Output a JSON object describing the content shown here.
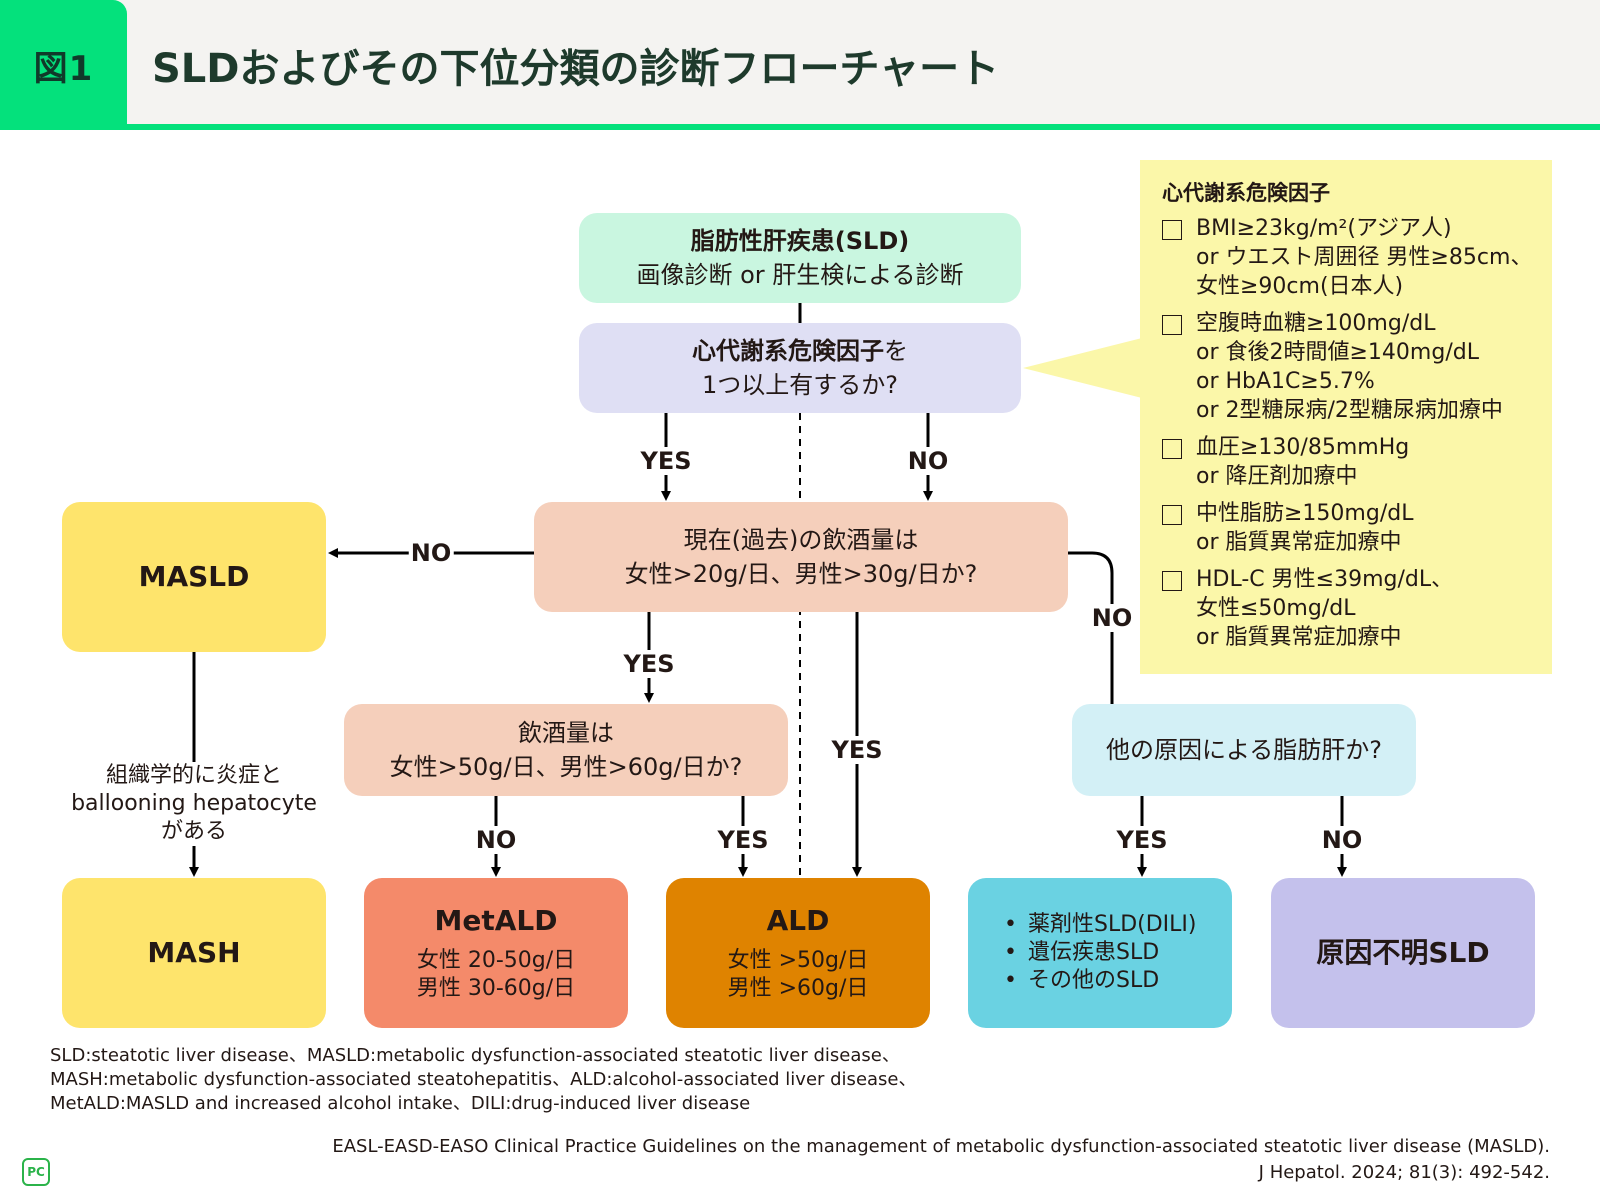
{
  "header": {
    "figure_label": "図1",
    "title": "SLDおよびその下位分類の診断フローチャート"
  },
  "colors": {
    "accent_green": "#04e17c",
    "sld_box": "#c9f6e0",
    "risk_box": "#dfdff4",
    "drink_box": "#f5cfbb",
    "masld_mash": "#fee46c",
    "metald": "#f48a6a",
    "ald": "#df8300",
    "other_cause_box": "#d3f0f6",
    "secondary_sld": "#6ad2e2",
    "unknown_sld": "#c4c1ec",
    "callout": "#fbf7a9"
  },
  "nodes": {
    "sld": {
      "line1": "脂肪性肝疾患(SLD)",
      "line2": "画像診断 or 肝生検による診断"
    },
    "risk": {
      "line1_bold": "心代謝系危険因子",
      "line1_rest": "を",
      "line2": "1つ以上有するか?"
    },
    "drink1": {
      "line1": "現在(過去)の飲酒量は",
      "line2": "女性>20g/日、男性>30g/日か?"
    },
    "masld": {
      "label": "MASLD"
    },
    "drink2": {
      "line1": "飲酒量は",
      "line2": "女性>50g/日、男性>60g/日か?"
    },
    "other_cause": {
      "label": "他の原因による脂肪肝か?"
    },
    "histology_note": {
      "line1": "組織学的に炎症と",
      "line2": "ballooning hepatocyte",
      "line3": "がある"
    },
    "mash": {
      "label": "MASH"
    },
    "metald": {
      "label": "MetALD",
      "line1": "女性 20-50g/日",
      "line2": "男性 30-60g/日"
    },
    "ald": {
      "label": "ALD",
      "line1": "女性 >50g/日",
      "line2": "男性 >60g/日"
    },
    "secondary": {
      "items": [
        "薬剤性SLD(DILI)",
        "遺伝疾患SLD",
        "その他のSLD"
      ]
    },
    "unknown": {
      "label": "原因不明SLD"
    }
  },
  "edge_labels": {
    "risk_yes": "YES",
    "risk_no": "NO",
    "drink1_no_left": "NO",
    "drink1_yes": "YES",
    "drink1_yes_ald": "YES",
    "drink1_no_right": "NO",
    "drink2_no": "NO",
    "drink2_yes": "YES",
    "other_yes": "YES",
    "other_no": "NO"
  },
  "callout": {
    "title": "心代謝系危険因子",
    "factors": [
      {
        "lines": [
          "BMI≥23kg/m²(アジア人)",
          "or ウエスト周囲径 男性≥85cm、",
          "女性≥90cm(日本人)"
        ]
      },
      {
        "lines": [
          "空腹時血糖≥100mg/dL",
          "or 食後2時間値≥140mg/dL",
          "or HbA1C≥5.7%",
          "or 2型糖尿病/2型糖尿病加療中"
        ]
      },
      {
        "lines": [
          "血圧≥130/85mmHg",
          "or 降圧剤加療中"
        ]
      },
      {
        "lines": [
          "中性脂肪≥150mg/dL",
          "or 脂質異常症加療中"
        ]
      },
      {
        "lines": [
          "HDL-C 男性≤39mg/dL、",
          "女性≤50mg/dL",
          "or 脂質異常症加療中"
        ]
      }
    ]
  },
  "footnote": {
    "lines": [
      "SLD:steatotic liver disease、MASLD:metabolic dysfunction-associated steatotic liver disease、",
      "MASH:metabolic dysfunction-associated steatohepatitis、ALD:alcohol-associated liver disease、",
      "MetALD:MASLD and increased alcohol intake、DILI:drug-induced liver disease"
    ]
  },
  "citation": {
    "line1": "EASL-EASD-EASO Clinical Practice Guidelines on the management of metabolic dysfunction-associated steatotic liver disease (MASLD).",
    "line2": "J Hepatol. 2024; 81(3): 492-542."
  },
  "logo": {
    "text": "PC"
  }
}
